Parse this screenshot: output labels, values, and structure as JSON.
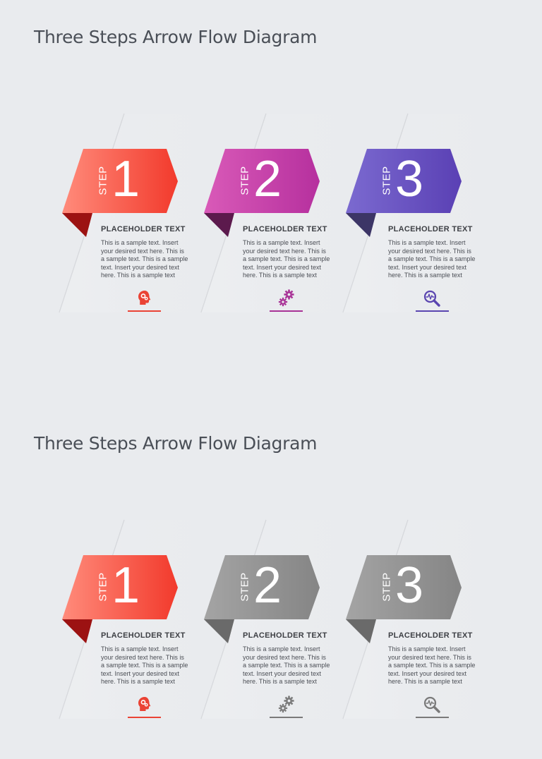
{
  "slides": [
    {
      "title": "Three Steps Arrow Flow Diagram",
      "steps": [
        {
          "word": "STEP",
          "number": "1",
          "heading": "PLACEHOLDER TEXT",
          "body": "This is a sample text. Insert your desired text here. This is a sample text. This is a sample text. Insert your desired text here. This is a sample text",
          "icon": "head-gears-icon",
          "color_from": "#ff8b7b",
          "color_to": "#f23a2c",
          "fold": "#9c1212",
          "accent": "#ea4335"
        },
        {
          "word": "STEP",
          "number": "2",
          "heading": "PLACEHOLDER TEXT",
          "body": "This is a sample text. Insert your desired text here. This is a sample text. This is a sample text. Insert your desired text here. This is a sample text",
          "icon": "gears-icon",
          "color_from": "#d95ab8",
          "color_to": "#b6309e",
          "fold": "#5c1a4d",
          "accent": "#a83296"
        },
        {
          "word": "STEP",
          "number": "3",
          "heading": "PLACEHOLDER TEXT",
          "body": "This is a sample text. Insert your desired text here. This is a sample text. This is a sample text. Insert your desired text here. This is a sample text",
          "icon": "magnifier-pulse-icon",
          "color_from": "#7b6ad0",
          "color_to": "#5a40b4",
          "fold": "#3c3566",
          "accent": "#5a45b0"
        }
      ]
    },
    {
      "title": "Three Steps Arrow Flow Diagram",
      "steps": [
        {
          "word": "STEP",
          "number": "1",
          "heading": "PLACEHOLDER TEXT",
          "body": "This is a sample text. Insert your desired text here. This is a sample text. This is a sample text. Insert your desired text here. This is a sample text",
          "icon": "head-gears-icon",
          "color_from": "#ff8b7b",
          "color_to": "#f23a2c",
          "fold": "#9c1212",
          "accent": "#ea4335"
        },
        {
          "word": "STEP",
          "number": "2",
          "heading": "PLACEHOLDER TEXT",
          "body": "This is a sample text. Insert your desired text here. This is a sample text. This is a sample text. Insert your desired text here. This is a sample text",
          "icon": "gears-icon",
          "color_from": "#a4a4a4",
          "color_to": "#858585",
          "fold": "#6a6a6a",
          "accent": "#7a7a7a"
        },
        {
          "word": "STEP",
          "number": "3",
          "heading": "PLACEHOLDER TEXT",
          "body": "This is a sample text. Insert your desired text here. This is a sample text. This is a sample text. Insert your desired text here. This is a sample text",
          "icon": "magnifier-pulse-icon",
          "color_from": "#a4a4a4",
          "color_to": "#858585",
          "fold": "#6a6a6a",
          "accent": "#7a7a7a"
        }
      ]
    }
  ]
}
